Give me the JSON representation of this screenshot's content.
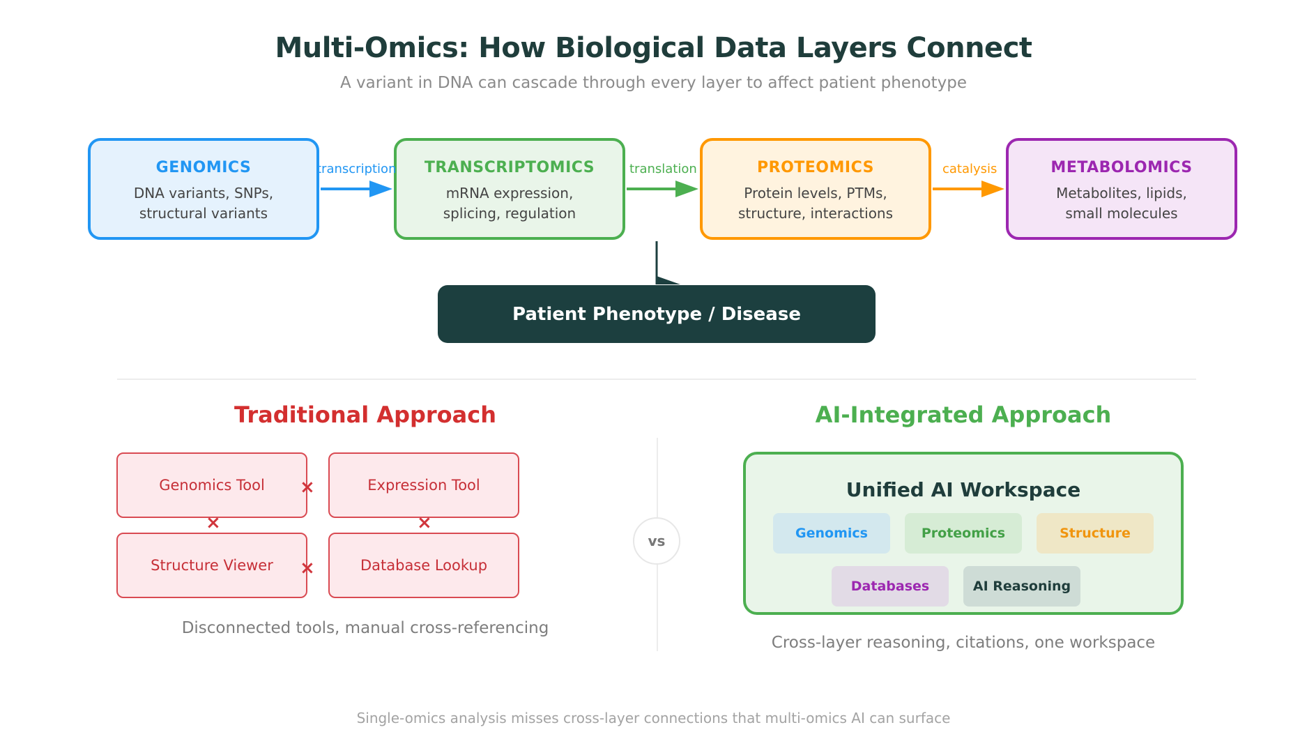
{
  "title": "Multi-Omics: How Biological Data Layers Connect",
  "subtitle": "A variant in DNA can cascade through every layer to affect patient phenotype",
  "layers": [
    {
      "name": "GENOMICS",
      "desc1": "DNA variants, SNPs,",
      "desc2": "structural variants",
      "color": "#2196f3",
      "bg": "#e5f2fd"
    },
    {
      "name": "TRANSCRIPTOMICS",
      "desc1": "mRNA expression,",
      "desc2": "splicing, regulation",
      "color": "#4caf50",
      "bg": "#e9f5e9"
    },
    {
      "name": "PROTEOMICS",
      "desc1": "Protein levels, PTMs,",
      "desc2": "structure, interactions",
      "color": "#ff9800",
      "bg": "#fff3df"
    },
    {
      "name": "METABOLOMICS",
      "desc1": "Metabolites, lipids,",
      "desc2": "small molecules",
      "color": "#9c27b0",
      "bg": "#f5e5f7"
    }
  ],
  "arrows": [
    {
      "label": "transcription",
      "color": "#2196f3"
    },
    {
      "label": "translation",
      "color": "#4caf50"
    },
    {
      "label": "catalysis",
      "color": "#ff9800"
    }
  ],
  "phenotype": "Patient Phenotype / Disease",
  "traditional": {
    "heading": "Traditional Approach",
    "color": "#d32f2f",
    "tools": [
      "Genomics Tool",
      "Expression Tool",
      "Structure Viewer",
      "Database Lookup"
    ],
    "x_mark": "×",
    "caption": "Disconnected tools, manual cross-referencing"
  },
  "vs": "vs",
  "ai": {
    "heading": "AI-Integrated Approach",
    "color": "#4caf50",
    "workspace_title": "Unified AI Workspace",
    "chips": [
      {
        "label": "Genomics",
        "color": "#2196f3",
        "bg": "#d3e8ee"
      },
      {
        "label": "Proteomics",
        "color": "#43a047",
        "bg": "#d6ecd5"
      },
      {
        "label": "Structure",
        "color": "#f0950f",
        "bg": "#efe7c6"
      },
      {
        "label": "Databases",
        "color": "#9c27b0",
        "bg": "#e2dbe6"
      },
      {
        "label": "AI Reasoning",
        "color": "#1f3d3b",
        "bg": "#cedcd6"
      }
    ],
    "caption": "Cross-layer reasoning, citations, one workspace"
  },
  "footer": "Single-omics analysis misses cross-layer connections that multi-omics AI can surface"
}
